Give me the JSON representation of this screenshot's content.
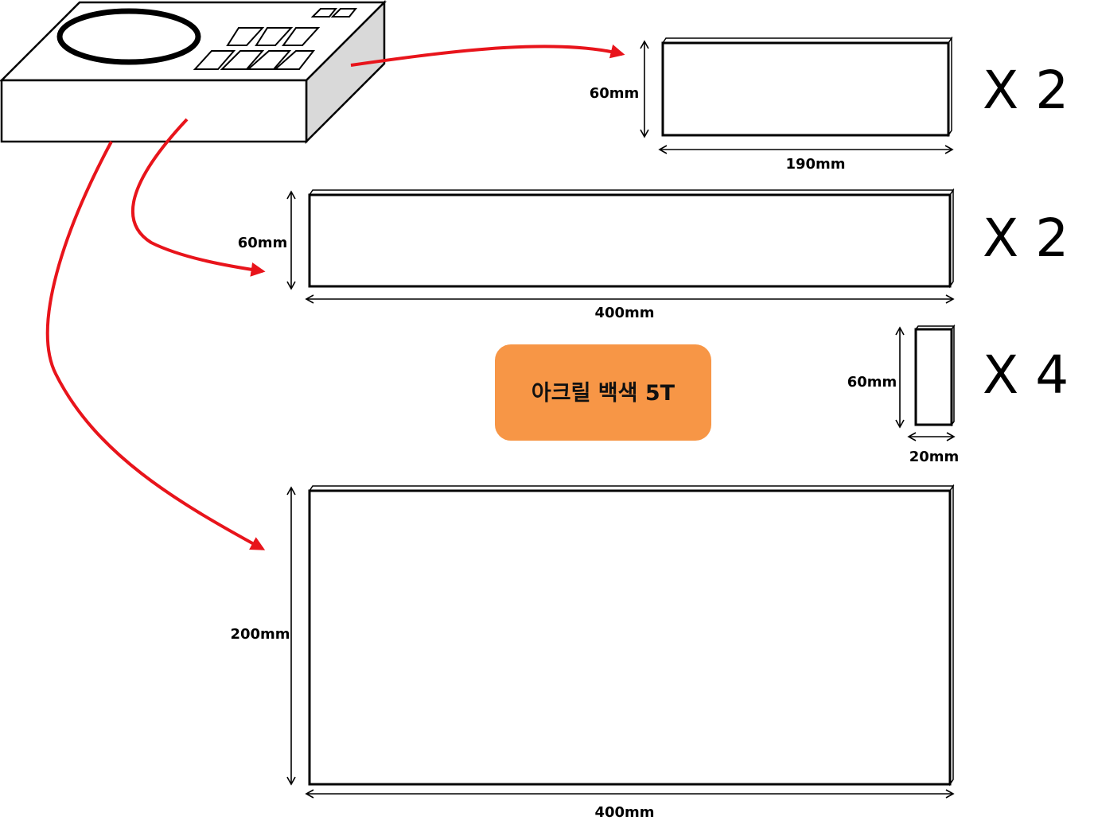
{
  "material_label": "아크릴 백색 5T",
  "colors": {
    "badge": "#f79646",
    "arrow": "#e8141b",
    "box_side": "#d9d9d9"
  },
  "pieces": [
    {
      "height_label": "60mm",
      "width_label": "190mm",
      "quantity": "X 2"
    },
    {
      "height_label": "60mm",
      "width_label": "400mm",
      "quantity": "X 2"
    },
    {
      "height_label": "60mm",
      "width_label": "20mm",
      "quantity": "X 4"
    },
    {
      "height_label": "200mm",
      "width_label": "400mm",
      "quantity": ""
    }
  ]
}
